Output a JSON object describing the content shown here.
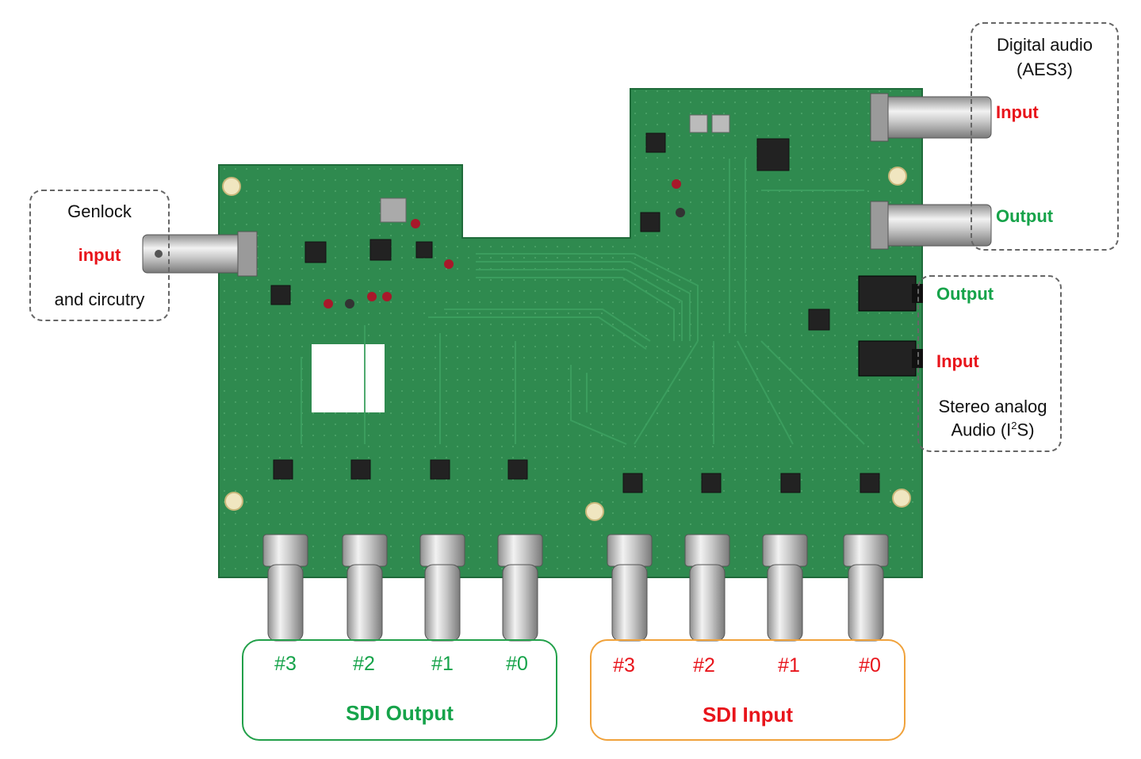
{
  "genlock": {
    "title": "Genlock",
    "input": "input",
    "circuitry": "and circutry"
  },
  "aes3": {
    "title_line1": "Digital audio",
    "title_line2": "(AES3)",
    "input": "Input",
    "output": "Output"
  },
  "analog": {
    "output": "Output",
    "input": "Input",
    "title_line1": "Stereo analog",
    "title_line2_prefix": "Audio (I",
    "title_line2_sup": "2",
    "title_line2_suffix": "S)"
  },
  "sdi_output": {
    "ports": [
      "#3",
      "#2",
      "#1",
      "#0"
    ],
    "title": "SDI Output"
  },
  "sdi_input": {
    "ports": [
      "#3",
      "#2",
      "#1",
      "#0"
    ],
    "title": "SDI Input"
  },
  "colors": {
    "red": "#e8141b",
    "green": "#16a34a",
    "pcb": "#2f8a4f",
    "orange": "#f0a23b"
  }
}
